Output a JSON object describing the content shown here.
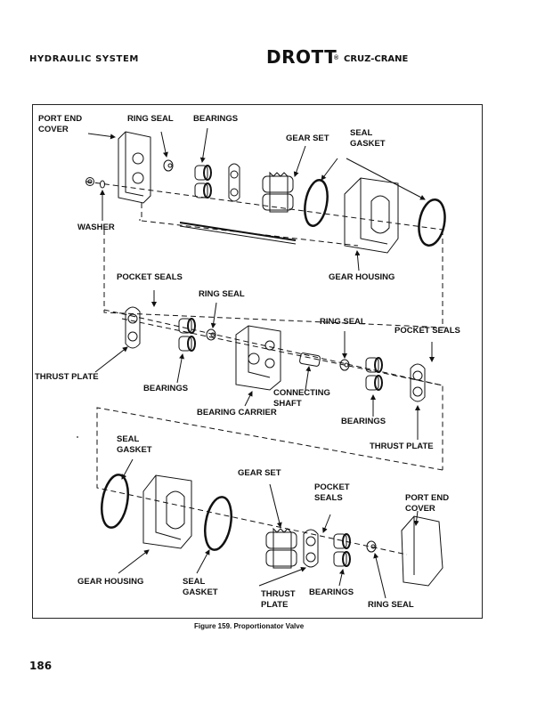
{
  "header": {
    "section_title": "HYDRAULIC SYSTEM",
    "brand": "DROTT",
    "brand_mark": "®",
    "brand_subtitle": "CRUZ-CRANE"
  },
  "figure": {
    "caption": "Figure 159. Proportionator Valve",
    "labels": {
      "top": {
        "port_end_cover": "PORT END\nCOVER",
        "ring_seal": "RING SEAL",
        "bearings": "BEARINGS",
        "gear_set": "GEAR SET",
        "seal_gasket": "SEAL\nGASKET",
        "washer": "WASHER",
        "gear_housing": "GEAR HOUSING"
      },
      "middle": {
        "pocket_seals_left": "POCKET SEALS",
        "ring_seal_left": "RING SEAL",
        "thrust_plate_left": "THRUST PLATE",
        "bearings_left": "BEARINGS",
        "bearing_carrier": "BEARING CARRIER",
        "connecting_shaft": "CONNECTING\nSHAFT",
        "ring_seal_right": "RING SEAL",
        "pocket_seals_right": "POCKET SEALS",
        "bearings_right": "BEARINGS",
        "thrust_plate_right": "THRUST PLATE"
      },
      "bottom": {
        "seal_gasket_left": "SEAL\nGASKET",
        "gear_set": "GEAR SET",
        "pocket_seals": "POCKET\nSEALS",
        "port_end_cover": "PORT END\nCOVER",
        "gear_housing": "GEAR HOUSING",
        "seal_gasket_right": "SEAL\nGASKET",
        "thrust_plate": "THRUST\nPLATE",
        "bearings": "BEARINGS",
        "ring_seal": "RING SEAL"
      }
    }
  },
  "footer": {
    "page_number": "186"
  }
}
